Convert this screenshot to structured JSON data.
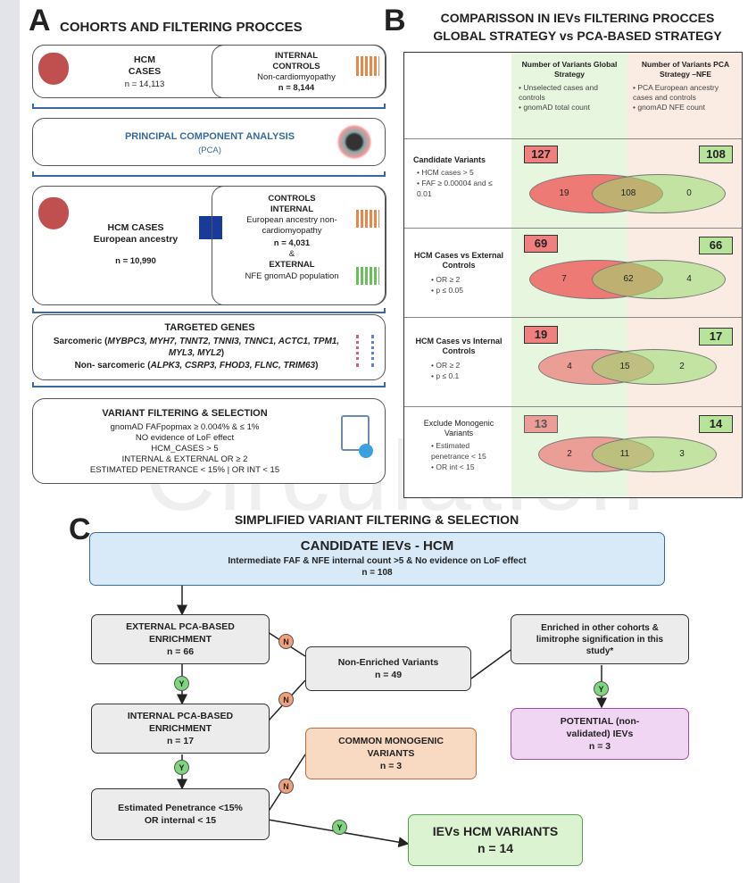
{
  "watermark": "Circulation",
  "panelA": {
    "letter": "A",
    "title": "COHORTS AND FILTERING PROCCES",
    "hcm": {
      "title": "HCM",
      "title2": "CASES",
      "n": "n = 14,113"
    },
    "internal": {
      "title": "INTERNAL",
      "title2": "CONTROLS",
      "sub": "Non-cardiomyopathy",
      "n": "n = 8,144"
    },
    "pca": {
      "title": "PRINCIPAL COMPONENT ANALYSIS",
      "abbr": "(PCA)"
    },
    "hcm_eu": {
      "title": "HCM CASES",
      "sub": "European ancestry",
      "n": "n = 10,990"
    },
    "controls": {
      "title": "CONTROLS",
      "internal": "INTERNAL",
      "internal_desc": "European ancestry non-cardiomyopathy",
      "n": "n = 4,031",
      "amp": "&",
      "external": "EXTERNAL",
      "external_desc": "NFE gnomAD population"
    },
    "genes": {
      "title": "TARGETED GENES",
      "sarc_label": "Sarcomeric (",
      "sarc_genes": "MYBPC3, MYH7, TNNT2, TNNI3, TNNC1, ACTC1, TPM1, MYL3, MYL2",
      "close": ")",
      "nonsarc_label": "Non- sarcomeric (",
      "nonsarc_genes": "ALPK3, CSRP3, FHOD3, FLNC, TRIM63"
    },
    "filter": {
      "title": "VARIANT FILTERING & SELECTION",
      "lines": [
        "gnomAD FAFpopmax ≥ 0.004% & ≤ 1%",
        "NO evidence of LoF effect",
        "HCM_CASES > 5",
        "INTERNAL & EXTERNAL OR  ≥ 2",
        "ESTIMATED PENETRANCE < 15% | OR INT < 15"
      ]
    }
  },
  "panelB": {
    "letter": "B",
    "title1": "COMPARISSON IN IEVs FILTERING PROCCES",
    "title2": "GLOBAL STRATEGY vs PCA-BASED STRATEGY",
    "col_global": {
      "title": "Number of Variants Global Strategy",
      "bullets": [
        "Unselected cases and controls",
        "gnomAD total count"
      ]
    },
    "col_pca": {
      "title": "Number of Variants PCA Strategy –NFE",
      "bullets": [
        "PCA European ancestry cases and controls",
        "gnomAD NFE count"
      ]
    },
    "rows": [
      {
        "title": "Candidate Variants",
        "bullets": [
          "HCM cases > 5",
          "FAF ≥  0.00004 and ≤ 0.01"
        ],
        "global": "127",
        "pca": "108",
        "left": "19",
        "mid": "108",
        "right": "0"
      },
      {
        "title": "HCM Cases vs External Controls",
        "bullets": [
          "OR ≥ 2",
          "p ≤ 0.05"
        ],
        "global": "69",
        "pca": "66",
        "left": "7",
        "mid": "62",
        "right": "4"
      },
      {
        "title": "HCM Cases vs Internal Controls",
        "bullets": [
          "OR ≥ 2",
          "p ≤ 0.1"
        ],
        "global": "19",
        "pca": "17",
        "left": "4",
        "mid": "15",
        "right": "2"
      },
      {
        "title": "Exclude Monogenic Variants",
        "bullets": [
          "Estimated penetrance < 15",
          "OR int < 15"
        ],
        "global": "13",
        "pca": "14",
        "left": "2",
        "mid": "11",
        "right": "3"
      }
    ]
  },
  "panelC": {
    "letter": "C",
    "title": "SIMPLIFIED VARIANT FILTERING & SELECTION",
    "candidate": {
      "title": "CANDIDATE IEVs - HCM",
      "sub": "Intermediate FAF & NFE internal count >5 & No evidence on LoF effect",
      "n": "n = 108"
    },
    "external": {
      "title": "EXTERNAL PCA-BASED ENRICHMENT",
      "n": "n = 66"
    },
    "internal": {
      "title": "INTERNAL PCA-BASED ENRICHMENT",
      "n": "n = 17"
    },
    "penetrance": {
      "title": "Estimated Penetrance <15% OR internal < 15"
    },
    "nonenriched": {
      "title": "Non-Enriched Variants",
      "n": "n = 49"
    },
    "enriched_other": {
      "title": "Enriched in other cohorts & limitrophe signification in this study*"
    },
    "potential": {
      "title": "POTENTIAL (non-validated) IEVs",
      "n": "n = 3"
    },
    "common": {
      "title": "COMMON MONOGENIC VARIANTS",
      "n": "n = 3"
    },
    "iev": {
      "title": "IEVs HCM VARIANTS",
      "n": "n = 14"
    },
    "yes": "Y",
    "no": "N"
  },
  "colors": {
    "blue_box": "#d8eaf8",
    "orange_box": "#f8d9c2",
    "purple_box": "#f1d6f3",
    "green_box": "#dcf3d2",
    "red_num": "#f08080",
    "green_num": "#b8e39a"
  }
}
